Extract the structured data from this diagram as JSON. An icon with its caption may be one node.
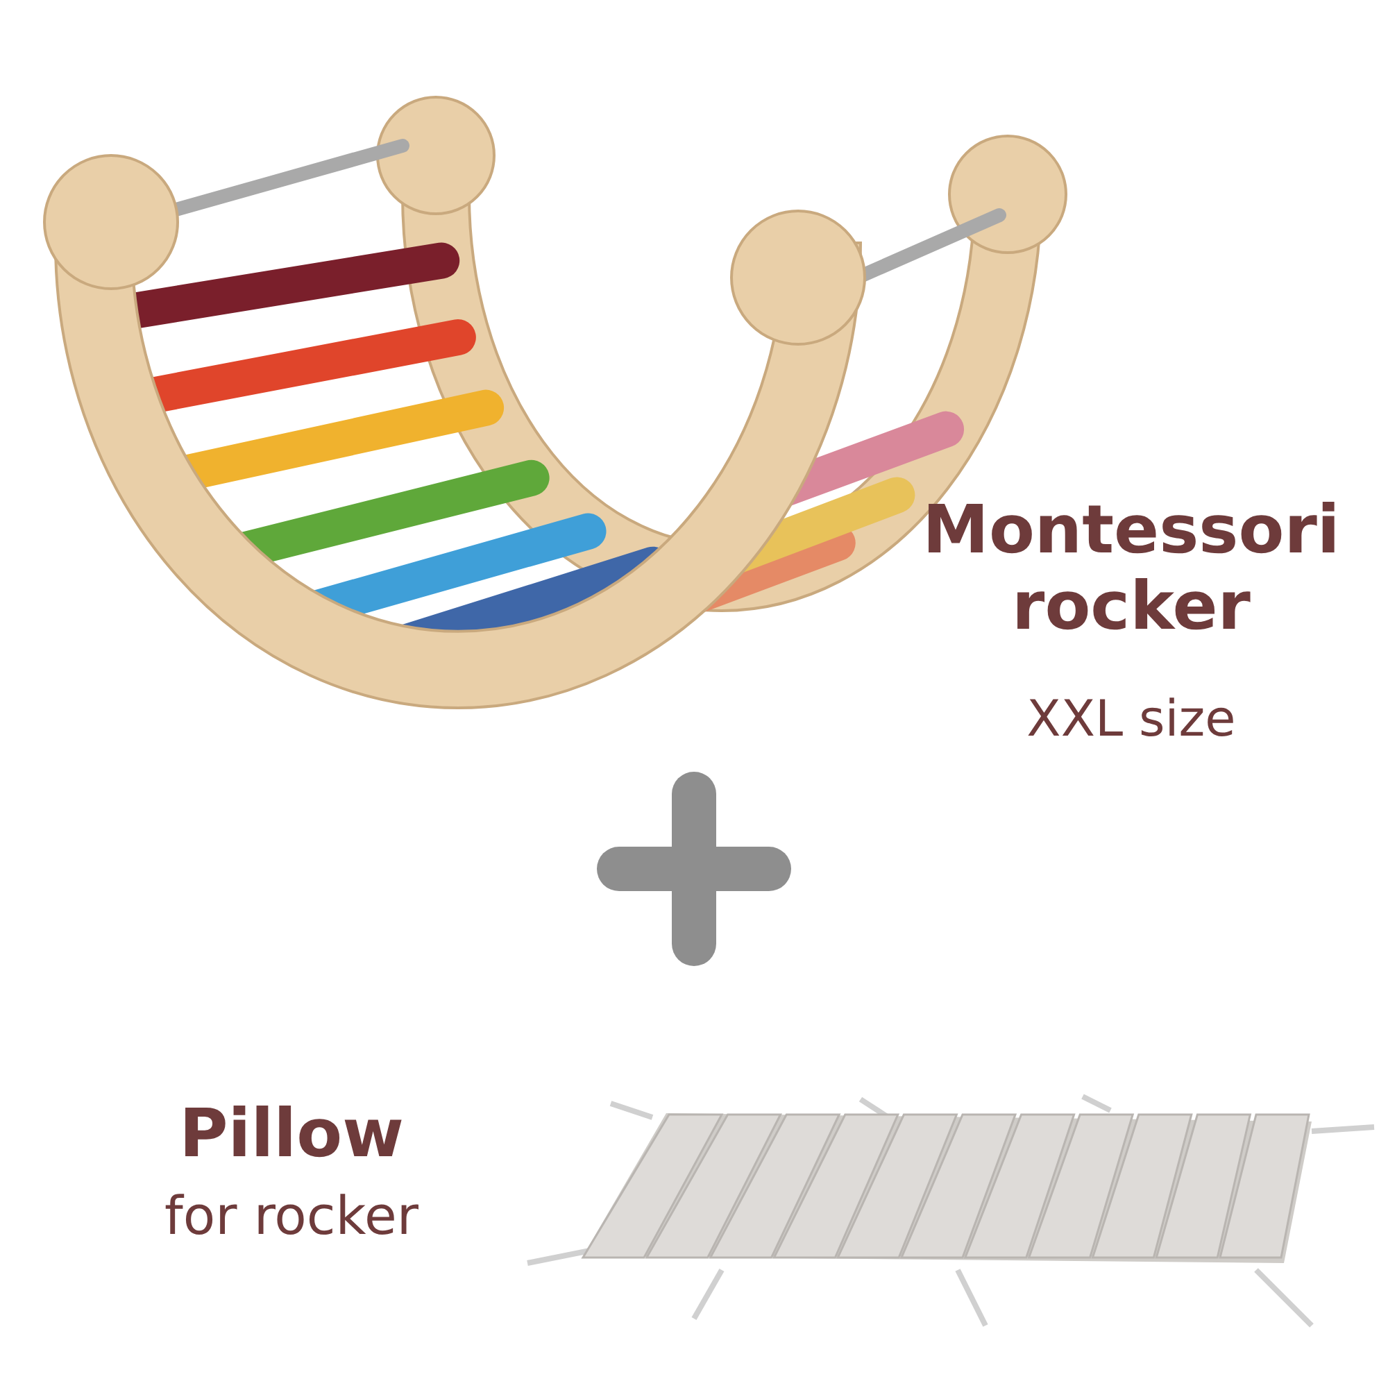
{
  "diagram": {
    "labels": [
      "Montessori rocker",
      "XXL size",
      "Pillow",
      "for rocker"
    ]
  }
}
